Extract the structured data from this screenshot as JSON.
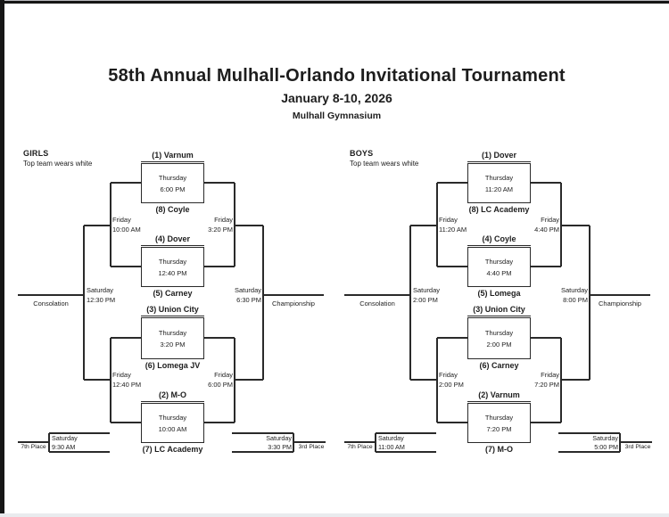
{
  "page": {
    "title": "58th Annual Mulhall-Orlando Invitational Tournament",
    "dates": "January 8-10, 2026",
    "venue": "Mulhall Gymnasium",
    "colors": {
      "ink": "#1d1d1d",
      "paper": "#ffffff"
    }
  },
  "brackets": [
    {
      "division": "GIRLS",
      "note": "Top team wears white",
      "games": [
        {
          "team1": "(1) Varnum",
          "team2": "(8) Coyle",
          "day": "Thursday",
          "time": "6:00 PM"
        },
        {
          "team1": "(4) Dover",
          "team2": "(5) Carney",
          "day": "Thursday",
          "time": "12:40 PM"
        },
        {
          "team1": "(3) Union City",
          "team2": "(6) Lomega JV",
          "day": "Thursday",
          "time": "3:20 PM"
        },
        {
          "team1": "(2) M-O",
          "team2": "(7) LC Academy",
          "day": "Thursday",
          "time": "10:00 AM"
        }
      ],
      "consolation_semis": [
        {
          "day": "Friday",
          "time": "10:00 AM"
        },
        {
          "day": "Friday",
          "time": "12:40 PM"
        }
      ],
      "semifinals": [
        {
          "day": "Friday",
          "time": "3:20 PM"
        },
        {
          "day": "Friday",
          "time": "6:00 PM"
        }
      ],
      "consolation_final": {
        "label": "Consolation",
        "day": "Saturday",
        "time": "12:30 PM"
      },
      "championship": {
        "label": "Championship",
        "day": "Saturday",
        "time": "6:30 PM"
      },
      "seventh_place": {
        "label": "7th Place",
        "day": "Saturday",
        "time": "9:30 AM"
      },
      "third_place": {
        "label": "3rd Place",
        "day": "Saturday",
        "time": "3:30 PM"
      }
    },
    {
      "division": "BOYS",
      "note": "Top team wears white",
      "games": [
        {
          "team1": "(1) Dover",
          "team2": "(8) LC Academy",
          "day": "Thursday",
          "time": "11:20 AM"
        },
        {
          "team1": "(4) Coyle",
          "team2": "(5) Lomega",
          "day": "Thursday",
          "time": "4:40 PM"
        },
        {
          "team1": "(3) Union City",
          "team2": "(6) Carney",
          "day": "Thursday",
          "time": "2:00 PM"
        },
        {
          "team1": "(2) Varnum",
          "team2": "(7) M-O",
          "day": "Thursday",
          "time": "7:20 PM"
        }
      ],
      "consolation_semis": [
        {
          "day": "Friday",
          "time": "11:20 AM"
        },
        {
          "day": "Friday",
          "time": "2:00 PM"
        }
      ],
      "semifinals": [
        {
          "day": "Friday",
          "time": "4:40 PM"
        },
        {
          "day": "Friday",
          "time": "7:20 PM"
        }
      ],
      "consolation_final": {
        "label": "Consolation",
        "day": "Saturday",
        "time": "2:00 PM"
      },
      "championship": {
        "label": "Championship",
        "day": "Saturday",
        "time": "8:00 PM"
      },
      "seventh_place": {
        "label": "7th Place",
        "day": "Saturday",
        "time": "11:00 AM"
      },
      "third_place": {
        "label": "3rd Place",
        "day": "Saturday",
        "time": "5:00 PM"
      }
    }
  ]
}
